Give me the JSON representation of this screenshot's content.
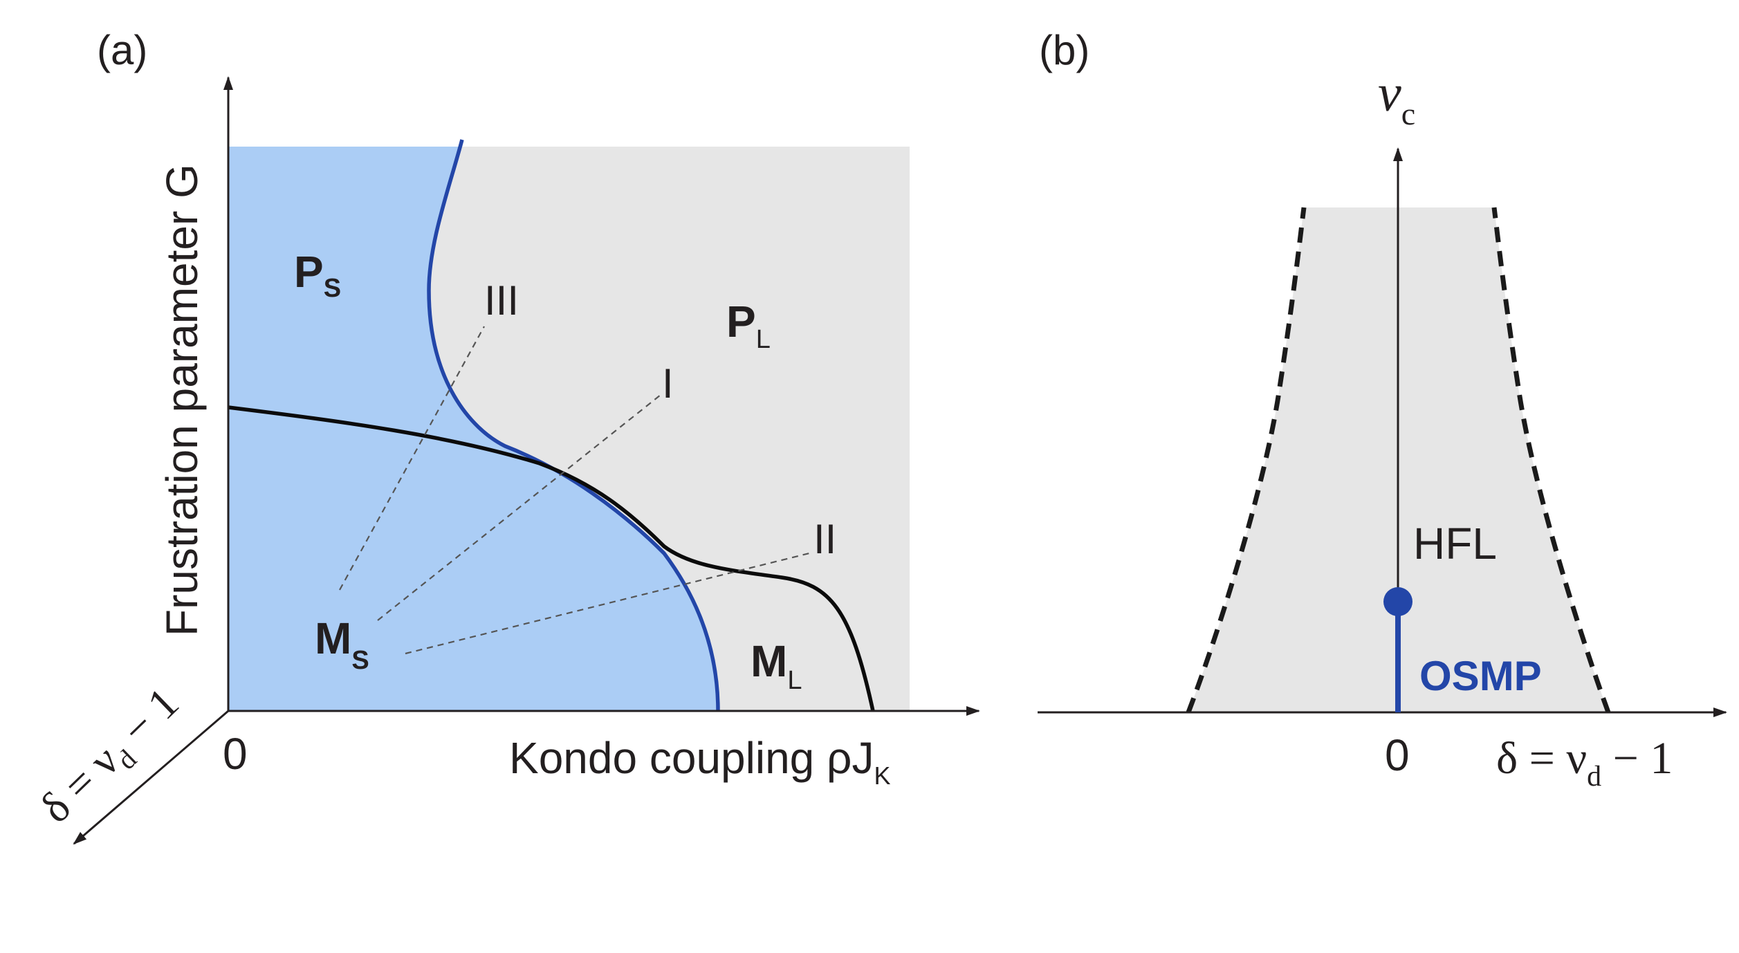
{
  "panel_a": {
    "label": "(a)",
    "y_axis_label": "Frustration parameter G",
    "x_axis_label": "Kondo coupling ρJ",
    "x_axis_subscript": "K",
    "z_axis_label": "δ = ν",
    "z_axis_subscript": "d",
    "z_axis_suffix": " − 1",
    "origin_label": "0",
    "phases": {
      "p_small": {
        "main": "P",
        "sub": "S"
      },
      "p_large": {
        "main": "P",
        "sub": "L"
      },
      "m_small": {
        "main": "M",
        "sub": "S"
      },
      "m_large": {
        "main": "M",
        "sub": "L"
      }
    },
    "transition_labels": [
      "III",
      "I",
      "II"
    ]
  },
  "panel_b": {
    "label": "(b)",
    "y_axis_label": "ν",
    "y_axis_subscript": "c",
    "x_axis_label": "δ = ν",
    "x_axis_subscript": "d",
    "x_axis_suffix": " − 1",
    "origin_label": "0",
    "region_label": "HFL",
    "line_label": "OSMP"
  },
  "colors": {
    "small_region": "#abcdf5",
    "large_region": "#e6e6e6",
    "blue_boundary": "#2346a8",
    "black_boundary": "#0b0b0b"
  }
}
